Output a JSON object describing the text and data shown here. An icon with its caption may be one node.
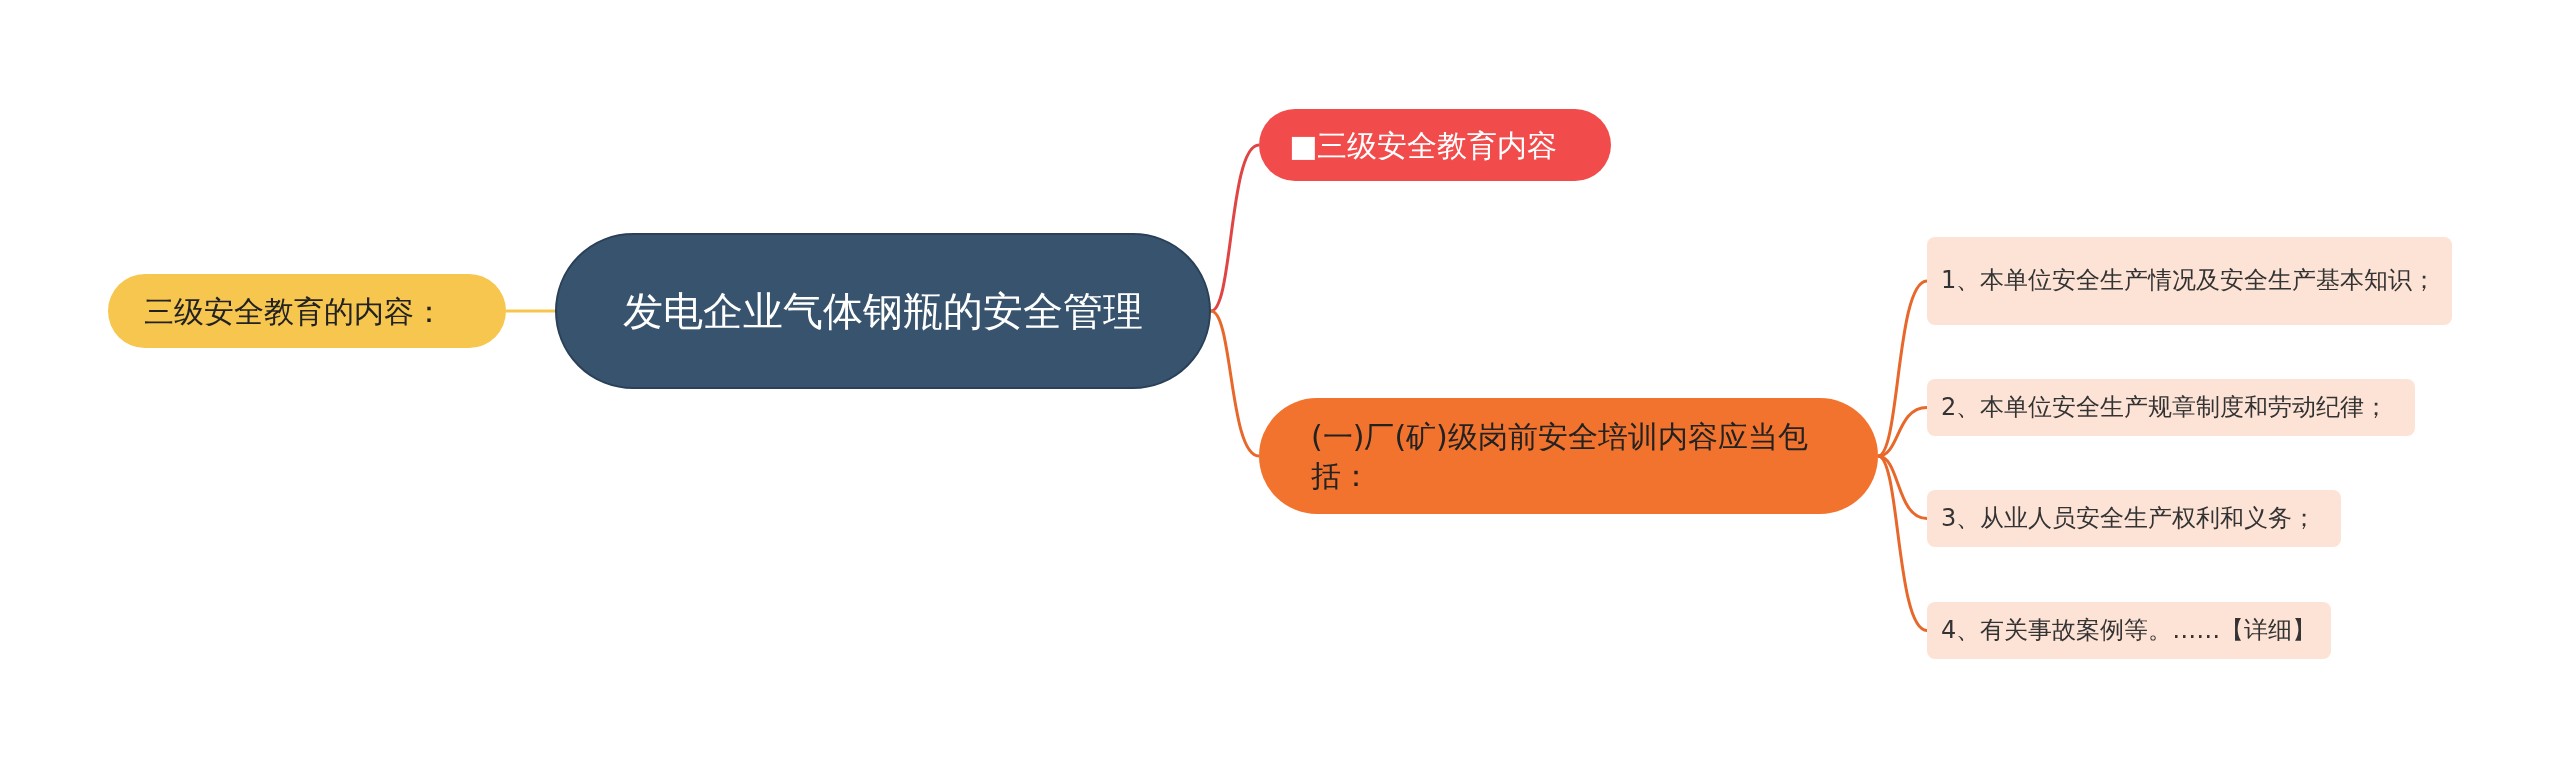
{
  "diagram": {
    "nodes": [
      {
        "text": [
          "发电企业气体钢瓶的安全管理"
        ]
      },
      {
        "text": [
          "■三级安全教育内容"
        ]
      },
      {
        "text": [
          "三级安全教育的内容："
        ]
      },
      {
        "text": [
          "(一)厂(矿)级岗前安全培训内容应当包括："
        ]
      },
      {
        "text": [
          "1、本单位安全生产情况及安全生产基本知识；"
        ]
      },
      {
        "text": [
          "2、本单位安全生产规章制度和劳动纪律；"
        ]
      },
      {
        "text": [
          "3、从业人员安全生产权利和义务；"
        ]
      },
      {
        "text": [
          "4、有关事故案例等。……【详细】"
        ]
      }
    ],
    "edges": [
      {
        "from": 0,
        "to": 1,
        "arrow": "none",
        "color": "#e04545"
      },
      {
        "from": 0,
        "to": 2,
        "arrow": "none",
        "color": "#f7c64f"
      },
      {
        "from": 0,
        "to": 3,
        "arrow": "none"
      },
      {
        "from": 3,
        "to": 4,
        "arrow": "none"
      },
      {
        "from": 3,
        "to": 5,
        "arrow": "none"
      },
      {
        "from": 3,
        "to": 6,
        "arrow": "none"
      },
      {
        "from": 3,
        "to": 7,
        "arrow": "none"
      }
    ]
  }
}
